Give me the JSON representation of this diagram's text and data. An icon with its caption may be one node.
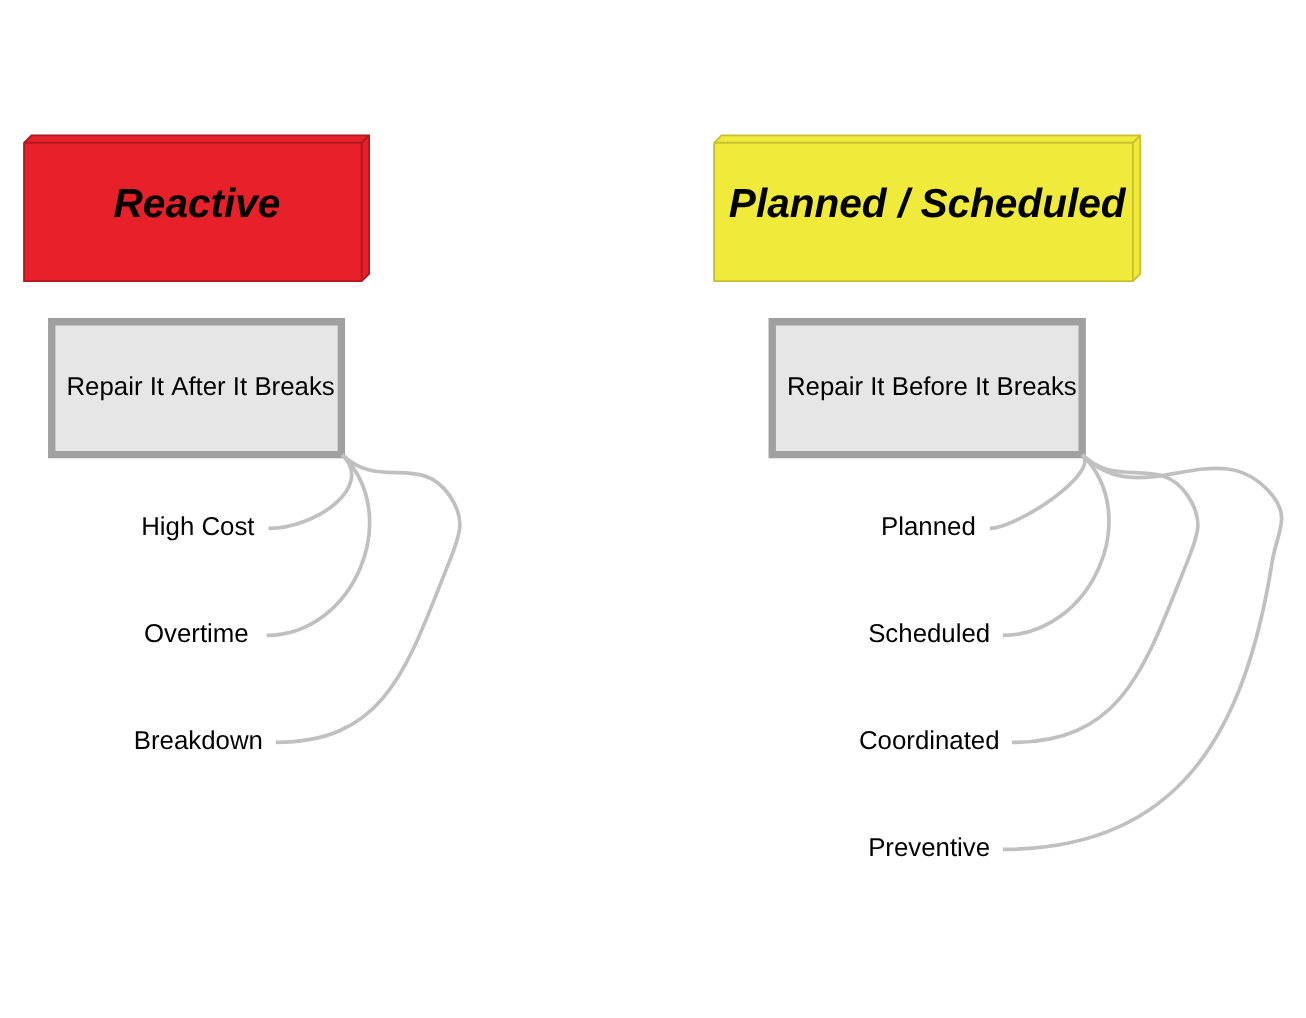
{
  "diagram": {
    "nodes": [
      {
        "text": [
          "Reactive"
        ]
      },
      {
        "text": [
          "Repair It After It Breaks"
        ]
      },
      {
        "text": [
          "High Cost"
        ]
      },
      {
        "text": [
          "Overtime"
        ]
      },
      {
        "text": [
          "Breakdown"
        ]
      },
      {
        "text": [
          "Planned / Scheduled"
        ]
      },
      {
        "text": [
          "Repair It Before It Breaks"
        ]
      },
      {
        "text": [
          "Planned"
        ]
      },
      {
        "text": [
          "Scheduled"
        ]
      },
      {
        "text": [
          "Coordinated"
        ]
      },
      {
        "text": [
          "Preventive"
        ]
      }
    ],
    "edges": [
      {
        "from": 1,
        "to": 2,
        "arrow": "none"
      },
      {
        "from": 1,
        "to": 3,
        "arrow": "none"
      },
      {
        "from": 1,
        "to": 4,
        "arrow": "none"
      },
      {
        "from": 6,
        "to": 7,
        "arrow": "none"
      },
      {
        "from": 6,
        "to": 8,
        "arrow": "none"
      },
      {
        "from": 6,
        "to": 9,
        "arrow": "none"
      },
      {
        "from": 6,
        "to": 10,
        "arrow": "none"
      }
    ]
  }
}
